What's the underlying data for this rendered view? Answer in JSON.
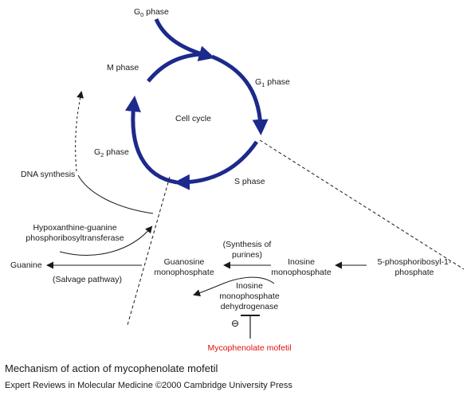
{
  "colors": {
    "cycle_arrow": "#1c2a8c",
    "text": "#1a1a1a",
    "drug": "#e01010"
  },
  "diagram": {
    "cycle": {
      "center_label": "Cell cycle",
      "g0": {
        "letter": "G",
        "sub": "0",
        "word": " phase"
      },
      "g1": {
        "letter": "G",
        "sub": "1",
        "word": " phase"
      },
      "s": "S phase",
      "g2": {
        "letter": "G",
        "sub": "2",
        "word": " phase"
      },
      "m": "M phase"
    },
    "dna_synthesis": "DNA synthesis",
    "hgprt": [
      "Hypoxanthine-guanine",
      "phosphoribosyltransferase"
    ],
    "synthesis_of_purines": [
      "(Synthesis of",
      "purines)"
    ],
    "guanine": "Guanine",
    "salvage_pathway": "(Salvage pathway)",
    "gmp": [
      "Guanosine",
      "monophosphate"
    ],
    "imp": [
      "Inosine",
      "monophosphate"
    ],
    "prpp": [
      "5-phosphoribosyl-1-",
      "phosphate"
    ],
    "impdh": [
      "Inosine",
      "monophosphate",
      "dehydrogenase"
    ],
    "inhibition_symbol": "⊖",
    "drug": "Mycophenolate mofetil"
  },
  "caption": {
    "title": "Mechanism of action of mycophenolate mofetil",
    "credit": "Expert Reviews in Molecular Medicine ©2000 Cambridge University Press"
  }
}
